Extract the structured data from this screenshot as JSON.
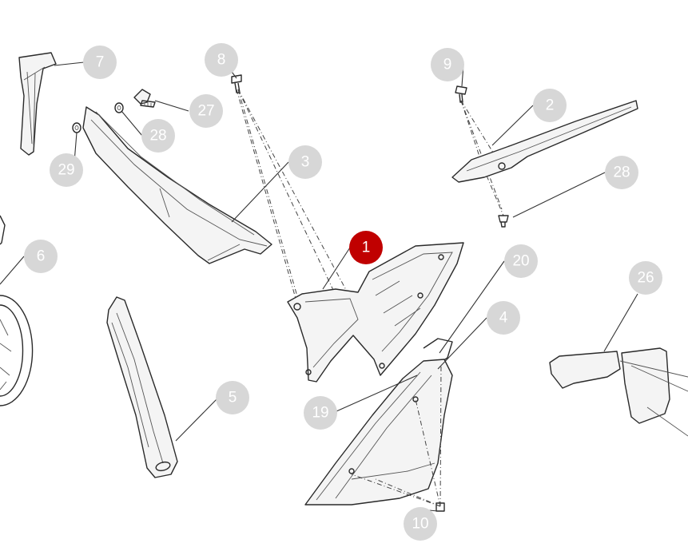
{
  "diagram": {
    "selected_callout": "1",
    "colors": {
      "callout_default": "#d7d7d7",
      "callout_selected": "#c00000",
      "callout_text": "#ffffff",
      "line": "#2a2a2a"
    },
    "callouts": [
      {
        "id": "c1",
        "label": "1"
      },
      {
        "id": "c2",
        "label": "2"
      },
      {
        "id": "c3",
        "label": "3"
      },
      {
        "id": "c4",
        "label": "4"
      },
      {
        "id": "c5",
        "label": "5"
      },
      {
        "id": "c6",
        "label": "6"
      },
      {
        "id": "c7",
        "label": "7"
      },
      {
        "id": "c8",
        "label": "8"
      },
      {
        "id": "c9",
        "label": "9"
      },
      {
        "id": "c10",
        "label": "10"
      },
      {
        "id": "c19",
        "label": "19"
      },
      {
        "id": "c20",
        "label": "20"
      },
      {
        "id": "c26",
        "label": "26"
      },
      {
        "id": "c27",
        "label": "27"
      },
      {
        "id": "c28a",
        "label": "28"
      },
      {
        "id": "c28b",
        "label": "28"
      },
      {
        "id": "c29",
        "label": "29"
      }
    ]
  }
}
